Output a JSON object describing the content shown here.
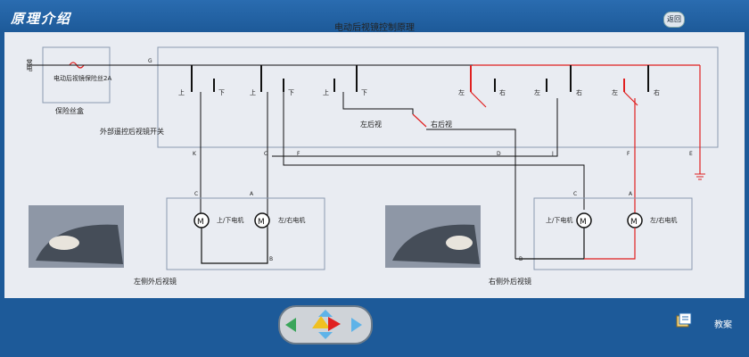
{
  "app": {
    "title": "原理介绍",
    "back_button": "返回"
  },
  "diagram": {
    "title": "电动后视镜控制原理",
    "power_label": "常电",
    "fuse_label": "电动后视镜保险丝2A",
    "fuse_box_label": "保险丝盒",
    "switch_label": "外部遥控后视镜开关",
    "up": "上",
    "down": "下",
    "left": "左",
    "right": "右",
    "left_mirror_sel": "左后视",
    "right_mirror_sel": "右后视",
    "terminals": {
      "G": "G",
      "K": "K",
      "C": "C",
      "F": "F",
      "D": "D",
      "J": "J",
      "E": "E",
      "A": "A",
      "B": "B"
    },
    "motor_symbol": "M",
    "left_unit": {
      "ud_motor": "上/下电机",
      "lr_motor": "左/右电机",
      "caption": "左侧外后视镜"
    },
    "right_unit": {
      "ud_motor": "上/下电机",
      "lr_motor": "左/右电机",
      "caption": "右侧外后视镜"
    }
  },
  "controls": {
    "teach_label": "教案"
  },
  "colors": {
    "active_wire": "#e02020",
    "wire": "#111111",
    "background": "#1d5a99"
  }
}
